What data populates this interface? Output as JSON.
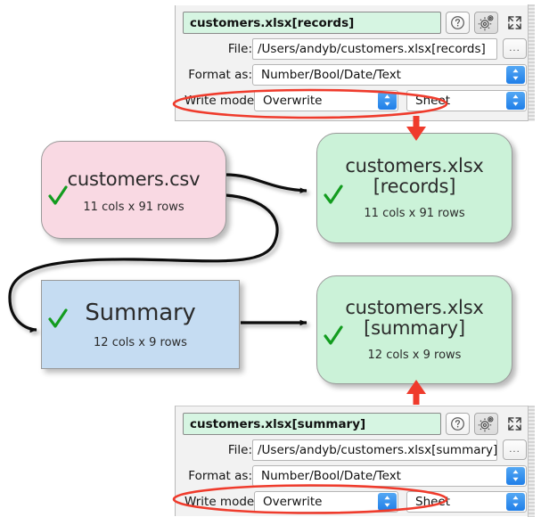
{
  "panels": {
    "top": {
      "title": "customers.xlsx[records]",
      "file_label": "File:",
      "file_value": "/Users/andyb/customers.xlsx[records]",
      "browse_label": "...",
      "format_label": "Format as:",
      "format_value": "Number/Bool/Date/Text",
      "write_label": "Write mode:",
      "write_value": "Overwrite",
      "sheet_value": "Sheet",
      "help_icon": "question-circle-icon",
      "settings_icon": "gear-icon",
      "expand_icon": "expand-arrows-icon"
    },
    "bottom": {
      "title": "customers.xlsx[summary]",
      "file_label": "File:",
      "file_value": "/Users/andyb/customers.xlsx[summary]",
      "browse_label": "...",
      "format_label": "Format as:",
      "format_value": "Number/Bool/Date/Text",
      "write_label": "Write mode:",
      "write_value": "Overwrite",
      "sheet_value": "Sheet",
      "help_icon": "question-circle-icon",
      "settings_icon": "gear-icon",
      "expand_icon": "expand-arrows-icon"
    }
  },
  "graph": {
    "nodes": [
      {
        "id": "customers-csv",
        "title": "customers.csv",
        "subtitle": "11 cols x 91 rows",
        "status_icon": "green-check-icon",
        "color": "#f9d9e3",
        "shape": "rounded"
      },
      {
        "id": "customers-xlsx-records",
        "title": "customers.xlsx\n[records]",
        "title_line1": "customers.xlsx",
        "title_line2": "[records]",
        "subtitle": "11 cols x 91 rows",
        "status_icon": "green-check-icon",
        "color": "#cbf2d8",
        "shape": "rounded"
      },
      {
        "id": "summary",
        "title": "Summary",
        "subtitle": "12 cols x 9 rows",
        "status_icon": "green-check-icon",
        "color": "#c5dcf2",
        "shape": "rect"
      },
      {
        "id": "customers-xlsx-summary",
        "title_line1": "customers.xlsx",
        "title_line2": "[summary]",
        "subtitle": "12 cols x 9 rows",
        "status_icon": "green-check-icon",
        "color": "#cbf2d8",
        "shape": "rounded"
      }
    ],
    "edges": [
      {
        "from": "customers-csv",
        "to": "customers-xlsx-records"
      },
      {
        "from": "customers-csv",
        "to": "summary"
      },
      {
        "from": "summary",
        "to": "customers-xlsx-summary"
      }
    ]
  },
  "annotations": {
    "accent_color": "#ef3b2c",
    "ellipse_top": "highlight-ellipse-write-mode-top",
    "ellipse_bottom": "highlight-ellipse-write-mode-bottom",
    "arrow_top": "red-arrow-down",
    "arrow_bottom": "red-arrow-up"
  }
}
